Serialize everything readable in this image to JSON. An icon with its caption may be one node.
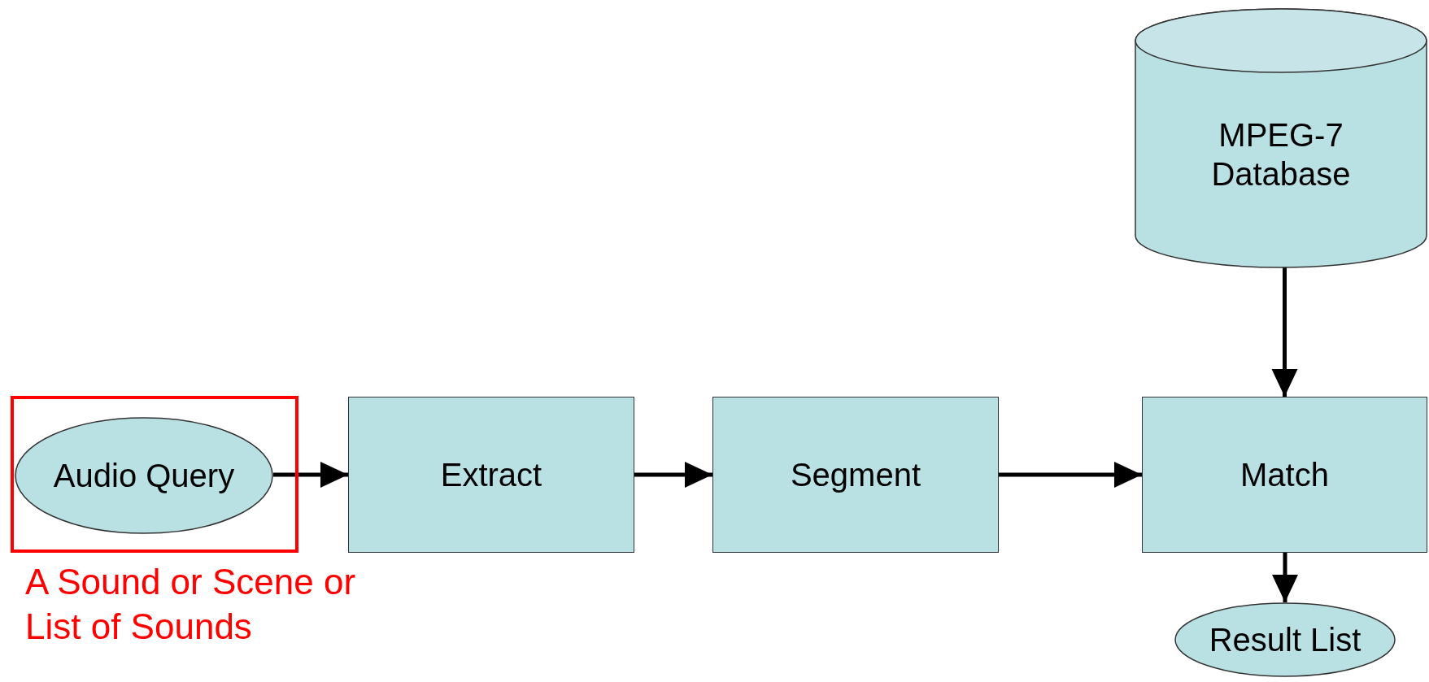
{
  "diagram": {
    "nodes": [
      {
        "text": [
          "MPEG-7 Database"
        ]
      },
      {
        "text": [],
        "shape": "box",
        "beside": [
          "A Sound or Scene or List of Sounds"
        ]
      },
      {
        "text": [
          "Audio Query"
        ],
        "in": 1
      },
      {
        "text": [
          "Extract"
        ]
      },
      {
        "text": [
          "Segment"
        ]
      },
      {
        "text": [
          "Match"
        ]
      },
      {
        "text": [
          "Result List"
        ]
      }
    ],
    "edges": [
      {
        "from": 2,
        "to": 3,
        "arrow": "to"
      },
      {
        "from": 3,
        "to": 4,
        "arrow": "to"
      },
      {
        "from": 4,
        "to": 5,
        "arrow": "to"
      },
      {
        "from": 0,
        "to": 5,
        "arrow": "to"
      },
      {
        "from": 5,
        "to": 6,
        "arrow": "to"
      }
    ]
  }
}
